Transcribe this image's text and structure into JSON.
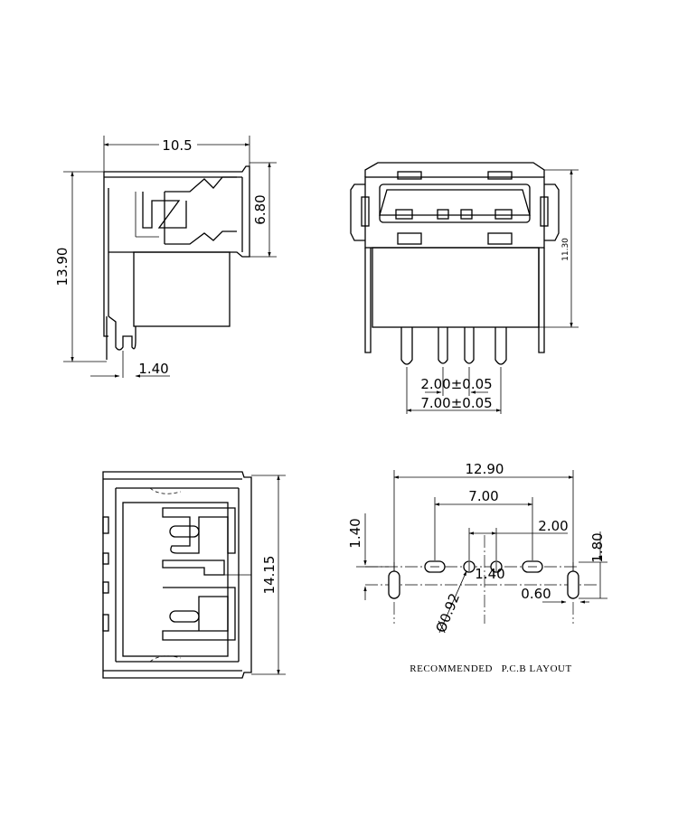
{
  "side_view": {
    "width_label": "10.5",
    "height_label": "13.90",
    "opening_label": "6.80",
    "offset_label": "1.40"
  },
  "front_view": {
    "height_label": "11.30",
    "pitch_label": "2.00±0.05",
    "span_label": "7.00±0.05"
  },
  "top_view": {
    "length_label": "14.15"
  },
  "pcb_layout": {
    "overall_label": "12.90",
    "outer_pins_label": "7.00",
    "pitch_label": "2.00",
    "hole_offset_label": "1.40",
    "slot_offset_label": "1.80",
    "center_offset_label": "1.40",
    "slot_width_label": "0.60",
    "hole_dia_label": "Ø0.92",
    "caption": "RECOMMENDED   P.C.B LAYOUT"
  }
}
